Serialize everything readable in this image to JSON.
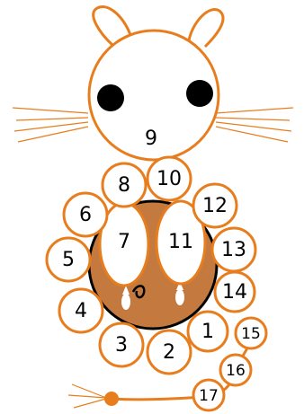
{
  "colors": {
    "outline": "#e87d1e",
    "body": "#c47a3e",
    "black": "#000000",
    "white": "#ffffff"
  },
  "labels": {
    "n1": "1",
    "n2": "2",
    "n3": "3",
    "n4": "4",
    "n5": "5",
    "n6": "6",
    "n7": "7",
    "n8": "8",
    "n9": "9",
    "n10": "10",
    "n11": "11",
    "n12": "12",
    "n13": "13",
    "n14": "14",
    "n15": "15",
    "n16": "16",
    "n17": "17"
  }
}
